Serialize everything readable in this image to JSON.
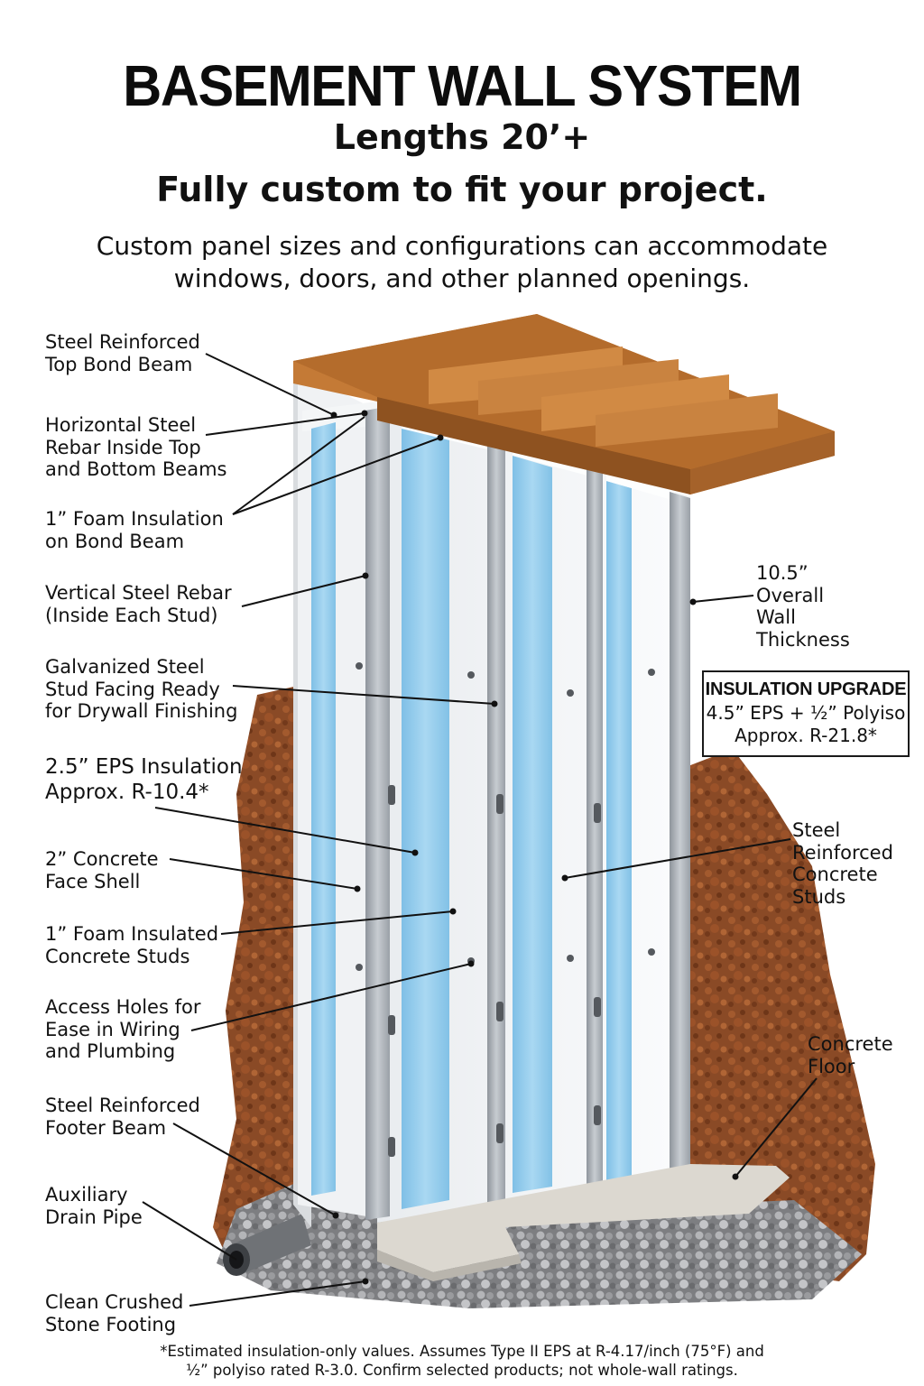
{
  "header": {
    "title": "BASEMENT WALL SYSTEM",
    "subtitle_1": "Lengths 20’+",
    "subtitle_2": "Fully custom to fit your project.",
    "description": "Custom panel sizes and configurations can accommodate\nwindows, doors, and other planned openings."
  },
  "callouts": {
    "top_bond_beam": "Steel Reinforced\nTop Bond Beam",
    "horizontal_rebar": "Horizontal Steel\nRebar Inside Top\nand Bottom Beams",
    "foam_bond_beam": "1” Foam Insulation\non Bond Beam",
    "vertical_rebar": "Vertical Steel Rebar\n(Inside Each Stud)",
    "stud_facing": "Galvanized Steel\nStud Facing Ready\nfor Drywall Finishing",
    "eps_insulation": "2.5” EPS Insulation\nApprox. R-10.4*",
    "face_shell": "2” Concrete\nFace Shell",
    "foam_studs": "1” Foam Insulated\nConcrete Studs",
    "access_holes": "Access Holes for\nEase in Wiring\nand Plumbing",
    "footer_beam": "Steel Reinforced\nFooter Beam",
    "drain_pipe": "Auxiliary\nDrain Pipe",
    "stone_footing": "Clean Crushed\nStone Footing",
    "wall_thickness": "10.5”\nOverall\nWall\nThickness",
    "concrete_studs": "Steel\nReinforced\nConcrete\nStuds",
    "concrete_floor": "Concrete\nFloor"
  },
  "upgrade_box": {
    "title": "INSULATION UPGRADE",
    "body": "4.5” EPS + ½” Polyiso\nApprox. R-21.8*"
  },
  "footnote": "*Estimated insulation-only values. Assumes Type II EPS at R-4.17/inch (75°F) and\n½” polyiso rated R-3.0. Confirm selected products; not whole-wall ratings.",
  "colors": {
    "soil": "#8a4a26",
    "gravel": "#9a9a9c",
    "concrete": "#eef0f2",
    "steel": "#a7adb4",
    "foam": "#8fc9ea",
    "lumber": "#b8712f",
    "floor": "#d9d6cf"
  }
}
